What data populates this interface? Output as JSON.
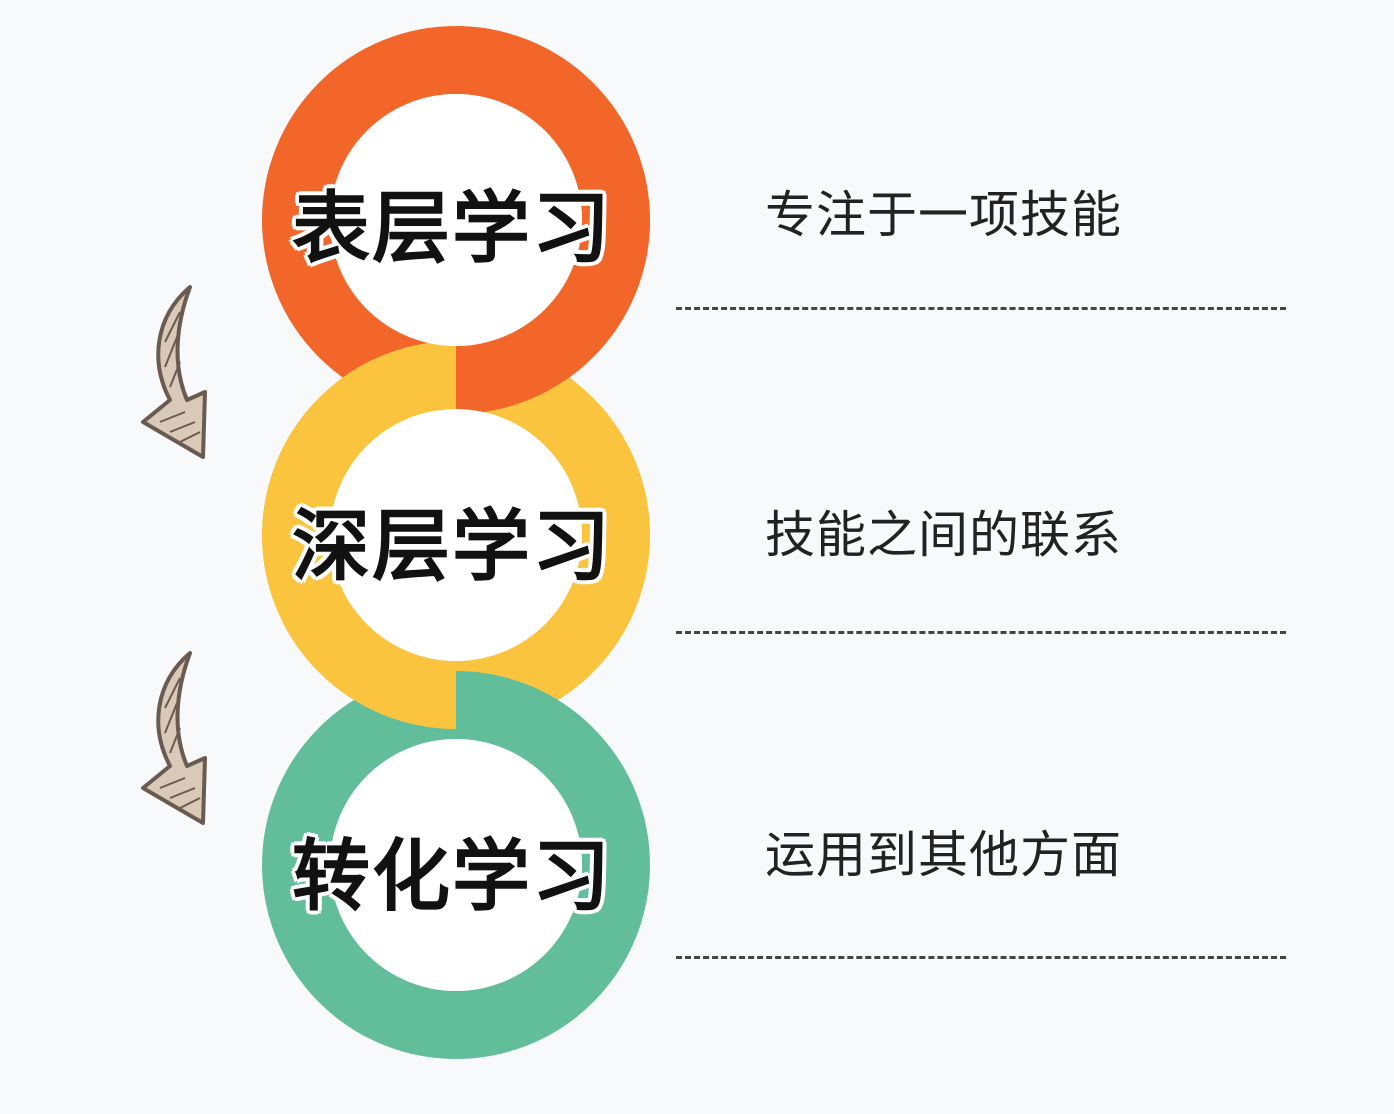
{
  "stages": [
    {
      "label": "表层学习",
      "description": "专注于一项技能",
      "color": "#f2662a"
    },
    {
      "label": "深层学习",
      "description": "技能之间的联系",
      "color": "#fbc43f"
    },
    {
      "label": "转化学习",
      "description": "运用到其他方面",
      "color": "#62bd9b"
    }
  ],
  "arrows": [
    {
      "name": "down-curved-arrow",
      "color": "#6b5a50"
    },
    {
      "name": "down-curved-arrow",
      "color": "#6b5a50"
    }
  ]
}
